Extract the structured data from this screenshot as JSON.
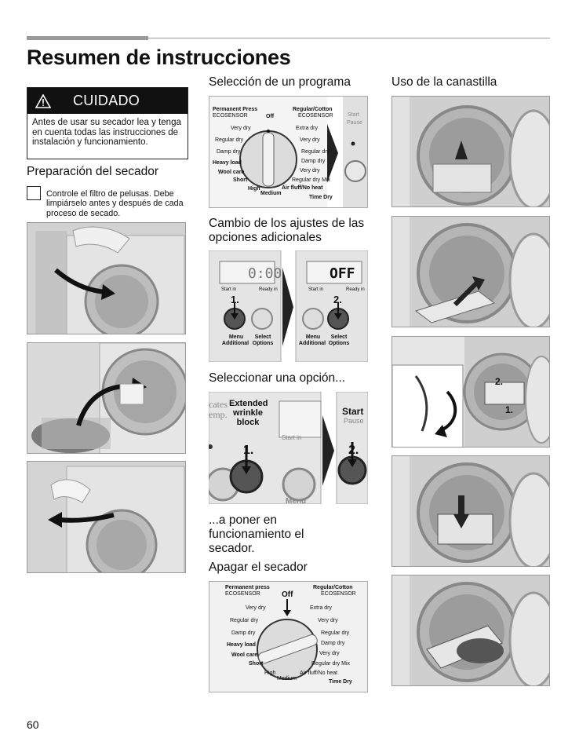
{
  "page": {
    "title": "Resumen de instrucciones",
    "number": "60"
  },
  "caution": {
    "label": "CUIDADO",
    "text": "Antes de usar su secador lea y tenga en cuenta todas las instrucciones de instalación y funcionamiento."
  },
  "sections": {
    "preparacion": "Preparación del secador",
    "seleccion_programa": "Selección de un programa",
    "uso_canastilla": "Uso de la canastilla",
    "cambio_ajustes": "Cambio de los ajustes de las opciones adicionales",
    "seleccionar_opcion": "Seleccionar una opción...",
    "poner_funcionamiento": "...a poner en funcionamiento el secador.",
    "apagar": "Apagar el secador"
  },
  "filter_instruction": "Controle el filtro de pelusas. Debe limpiárselo antes y después de cada proceso de secado.",
  "dial": {
    "top_left": [
      "Permanent Press",
      "ECOSENSOR"
    ],
    "top_right": [
      "Regular/Cotton",
      "ECOSENSOR"
    ],
    "off": "Off",
    "left_labels": [
      "Very dry",
      "Regular dry",
      "Damp dry",
      "Heavy load",
      "Wool care",
      "Short"
    ],
    "right_labels": [
      "Extra dry",
      "Very dry",
      "Regular dry",
      "Damp dry",
      "Very dry",
      "Regular dry Mix"
    ],
    "bottom": [
      "High",
      "Medium",
      "Air fluff/No heat",
      "Time Dry"
    ],
    "start": "Start",
    "pause": "Pause"
  },
  "dial2": {
    "top_left": [
      "Permanent press",
      "ECOSENSOR"
    ],
    "top_right": [
      "Regular/Cotton",
      "ECOSENSOR"
    ]
  },
  "options_panel": {
    "display1": "0:00",
    "display2": "OFF",
    "start_in": "Start in",
    "ready_in": "Ready in",
    "step1": "1.",
    "step2": "2.",
    "btn1": [
      "Menu",
      "Additional"
    ],
    "btn2": [
      "Select",
      "Options"
    ]
  },
  "select_panel": {
    "left_fragment": [
      "cates",
      "emp."
    ],
    "option": [
      "Extended",
      "wrinkle",
      "block"
    ],
    "start_in": "Start in",
    "menu": "Menu",
    "step1": "1.",
    "step2": "2.",
    "start": "Start",
    "pause": "Pause"
  },
  "rack_steps": {
    "step1": "1.",
    "step2": "2."
  }
}
